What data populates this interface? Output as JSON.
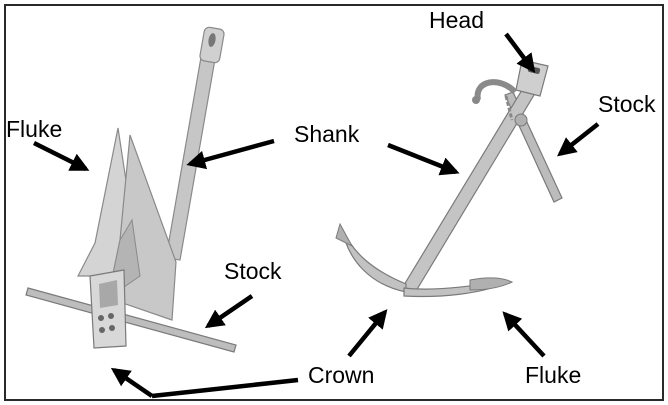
{
  "labels": {
    "head": "Head",
    "stock_right": "Stock",
    "fluke_left": "Fluke",
    "shank": "Shank",
    "stock_left": "Stock",
    "crown": "Crown",
    "fluke_bottom": "Fluke"
  },
  "colors": {
    "border": "#2a2a2a",
    "anchor_fill": "#c9c9c9",
    "anchor_shadow": "#9a9a9a",
    "arrow": "#000000"
  }
}
